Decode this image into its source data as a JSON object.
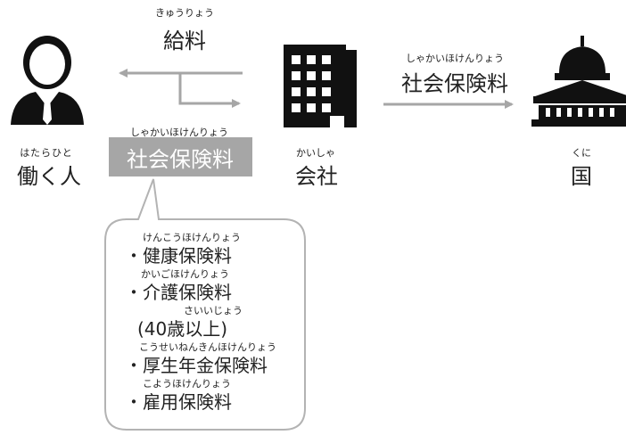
{
  "salary": {
    "ruby": "きゅうりょう",
    "label": "給料"
  },
  "insurance_to_state": {
    "ruby": "しゃかいほけんりょう",
    "label": "社会保険料"
  },
  "worker": {
    "ruby": "はたらひと",
    "label": "働く人",
    "icon": "person-icon"
  },
  "company": {
    "ruby": "かいしゃ",
    "label": "会社",
    "icon": "office-building-icon"
  },
  "state": {
    "ruby": "くに",
    "label": "国",
    "icon": "capitol-building-icon"
  },
  "deduction": {
    "ruby": "しゃかいほけんりょう",
    "label": "社会保険料"
  },
  "breakdown": {
    "items": [
      {
        "ruby": "けんこうほけんりょう",
        "label": "・健康保険料"
      },
      {
        "ruby": "かいごほけんりょう",
        "label": "・介護保険料"
      },
      {
        "ruby": "さいいじょう",
        "label": "(40歳以上)"
      },
      {
        "ruby": "こうせいねんきんほけんりょう",
        "label": "・厚生年金保険料"
      },
      {
        "ruby": "こようほけんりょう",
        "label": "・雇用保険料"
      }
    ]
  },
  "colors": {
    "icon": "#111111",
    "arrow": "#a6a6a6",
    "highlight_box": "#a6a6a6",
    "bubble_border": "#b3b3b3"
  }
}
